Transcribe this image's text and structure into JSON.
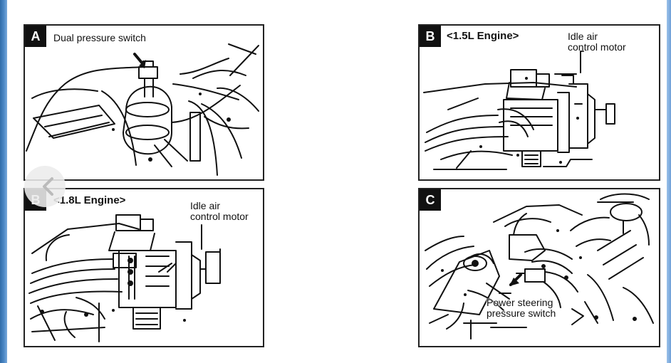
{
  "window": {
    "accent_left": "#3c79b9",
    "accent_right": "#7aa8dd"
  },
  "viewer": {
    "nav_icon": "back-arrow-icon"
  },
  "panels": [
    {
      "badge": "A",
      "labels": [
        "Dual pressure switch"
      ]
    },
    {
      "badge": "B",
      "labels": [
        "<1.5L Engine>",
        "Idle air\ncontrol motor"
      ]
    },
    {
      "badge": "B",
      "labels": [
        "<1.8L Engine>",
        "Idle air\ncontrol motor"
      ]
    },
    {
      "badge": "C",
      "labels": [
        "Power steering\npressure switch"
      ]
    }
  ]
}
